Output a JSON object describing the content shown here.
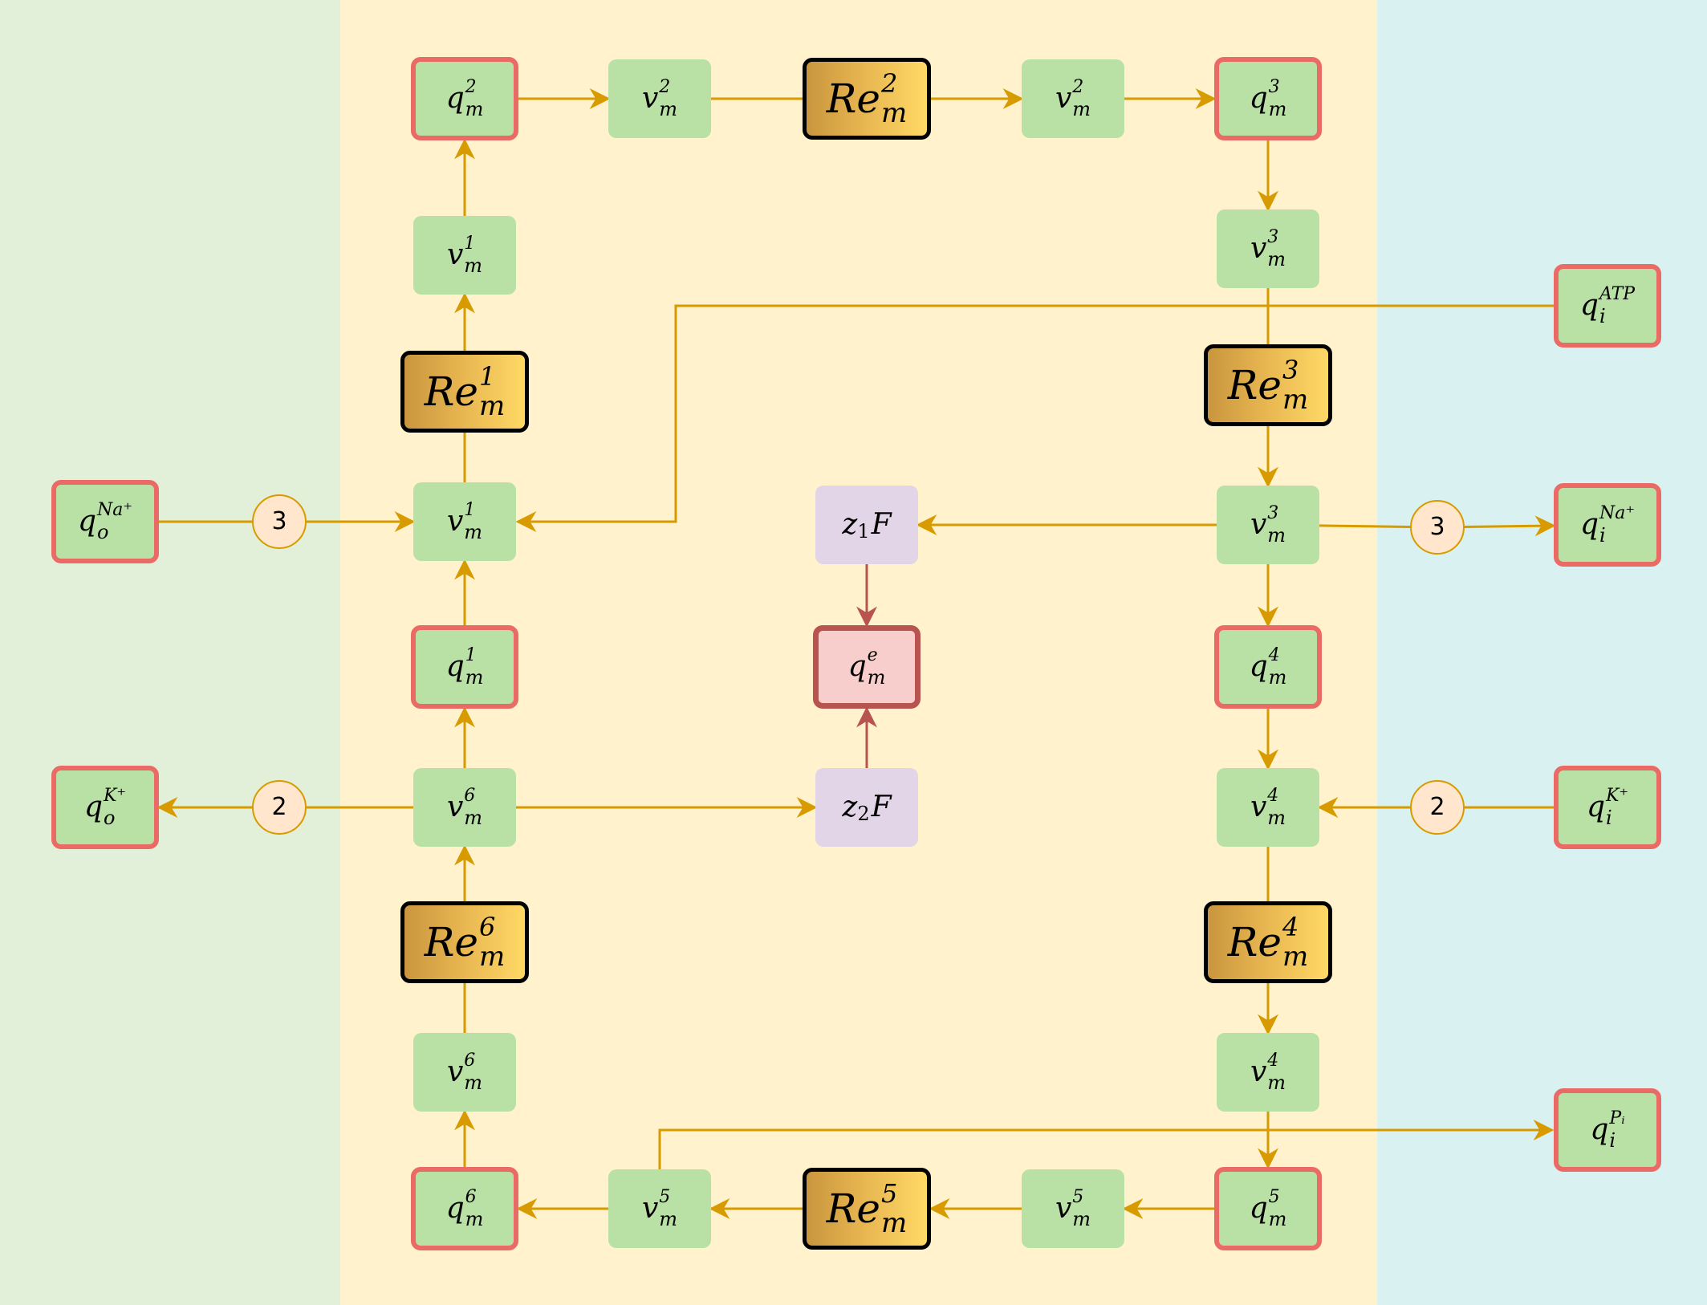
{
  "regions": [
    {
      "id": "outside",
      "color": "#e2f0d9"
    },
    {
      "id": "membrane",
      "color": "#fff2cc"
    },
    {
      "id": "inside",
      "color": "#daf1f1"
    }
  ],
  "colors": {
    "flow_arrow": "#d79b00",
    "charge_arrow": "#b85450",
    "storage_border": "#ea6b66",
    "flow_fill": "#b9e0a5",
    "resistor_gradient": [
      "#c9963e",
      "#ffd966"
    ],
    "charge_fill": "#e1d5e7",
    "charge_node_fill": "#f8cecc",
    "stoich_fill": "#ffe6cc"
  },
  "nodes": [
    {
      "id": "q2m",
      "kind": "q",
      "base": "q",
      "sup": "2",
      "sub": "m"
    },
    {
      "id": "v2m_a",
      "kind": "v",
      "base": "v",
      "sup": "2",
      "sub": "m"
    },
    {
      "id": "Re2m",
      "kind": "re",
      "base": "Re",
      "sup": "2",
      "sub": "m"
    },
    {
      "id": "v2m_b",
      "kind": "v",
      "base": "v",
      "sup": "2",
      "sub": "m"
    },
    {
      "id": "q3m",
      "kind": "q",
      "base": "q",
      "sup": "3",
      "sub": "m"
    },
    {
      "id": "v1m_a",
      "kind": "v",
      "base": "v",
      "sup": "1",
      "sub": "m"
    },
    {
      "id": "v3m_a",
      "kind": "v",
      "base": "v",
      "sup": "3",
      "sub": "m"
    },
    {
      "id": "qiATP",
      "kind": "q",
      "base": "q",
      "sup": "ATP",
      "sub": "i"
    },
    {
      "id": "Re1m",
      "kind": "re",
      "base": "Re",
      "sup": "1",
      "sub": "m"
    },
    {
      "id": "Re3m",
      "kind": "re",
      "base": "Re",
      "sup": "3",
      "sub": "m"
    },
    {
      "id": "qoNa",
      "kind": "q",
      "base": "q",
      "sup": "Na⁺",
      "sub": "o"
    },
    {
      "id": "c3_left",
      "kind": "c",
      "text": "3"
    },
    {
      "id": "v1m_b",
      "kind": "v",
      "base": "v",
      "sup": "1",
      "sub": "m"
    },
    {
      "id": "z1F",
      "kind": "z",
      "base": "z",
      "sub2": "1",
      "tail": "F"
    },
    {
      "id": "v3m_b",
      "kind": "v",
      "base": "v",
      "sup": "3",
      "sub": "m"
    },
    {
      "id": "c3_right",
      "kind": "c",
      "text": "3"
    },
    {
      "id": "qiNa",
      "kind": "q",
      "base": "q",
      "sup": "Na⁺",
      "sub": "i"
    },
    {
      "id": "q1m",
      "kind": "q",
      "base": "q",
      "sup": "1",
      "sub": "m"
    },
    {
      "id": "qem",
      "kind": "qe",
      "base": "q",
      "sup": "e",
      "sub": "m"
    },
    {
      "id": "q4m",
      "kind": "q",
      "base": "q",
      "sup": "4",
      "sub": "m"
    },
    {
      "id": "qoK",
      "kind": "q",
      "base": "q",
      "sup": "K⁺",
      "sub": "o"
    },
    {
      "id": "c2_left",
      "kind": "c",
      "text": "2"
    },
    {
      "id": "v6m_a",
      "kind": "v",
      "base": "v",
      "sup": "6",
      "sub": "m"
    },
    {
      "id": "z2F",
      "kind": "z",
      "base": "z",
      "sub2": "2",
      "tail": "F"
    },
    {
      "id": "v4m_a",
      "kind": "v",
      "base": "v",
      "sup": "4",
      "sub": "m"
    },
    {
      "id": "c2_right",
      "kind": "c",
      "text": "2"
    },
    {
      "id": "qiK",
      "kind": "q",
      "base": "q",
      "sup": "K⁺",
      "sub": "i"
    },
    {
      "id": "Re6m",
      "kind": "re",
      "base": "Re",
      "sup": "6",
      "sub": "m"
    },
    {
      "id": "Re4m",
      "kind": "re",
      "base": "Re",
      "sup": "4",
      "sub": "m"
    },
    {
      "id": "v6m_b",
      "kind": "v",
      "base": "v",
      "sup": "6",
      "sub": "m"
    },
    {
      "id": "v4m_b",
      "kind": "v",
      "base": "v",
      "sup": "4",
      "sub": "m"
    },
    {
      "id": "qiPi",
      "kind": "q",
      "base": "q",
      "sup": "Pᵢ",
      "sub": "i"
    },
    {
      "id": "q6m",
      "kind": "q",
      "base": "q",
      "sup": "6",
      "sub": "m"
    },
    {
      "id": "v5m_a",
      "kind": "v",
      "base": "v",
      "sup": "5",
      "sub": "m"
    },
    {
      "id": "Re5m",
      "kind": "re",
      "base": "Re",
      "sup": "5",
      "sub": "m"
    },
    {
      "id": "v5m_b",
      "kind": "v",
      "base": "v",
      "sup": "5",
      "sub": "m"
    },
    {
      "id": "q5m",
      "kind": "q",
      "base": "q",
      "sup": "5",
      "sub": "m"
    }
  ],
  "edges": [
    {
      "from": "q2m",
      "to": "v2m_a",
      "arrow": true
    },
    {
      "from": "v2m_a",
      "to": "Re2m",
      "arrow": false
    },
    {
      "from": "Re2m",
      "to": "v2m_b",
      "arrow": true
    },
    {
      "from": "v2m_b",
      "to": "q3m",
      "arrow": true
    },
    {
      "from": "q3m",
      "to": "v3m_a",
      "arrow": true
    },
    {
      "from": "v3m_a",
      "to": "Re3m",
      "arrow": false
    },
    {
      "from": "Re3m",
      "to": "v3m_b",
      "arrow": true
    },
    {
      "from": "v3m_b",
      "to": "q4m",
      "arrow": true
    },
    {
      "from": "v3m_b",
      "to": "z1F",
      "arrow": true
    },
    {
      "from": "v3m_b",
      "to": "c3_right",
      "arrow": false
    },
    {
      "from": "c3_right",
      "to": "qiNa",
      "arrow": true
    },
    {
      "from": "q4m",
      "to": "v4m_a",
      "arrow": true
    },
    {
      "from": "qiK",
      "to": "c2_right",
      "arrow": false
    },
    {
      "from": "c2_right",
      "to": "v4m_a",
      "arrow": true
    },
    {
      "from": "v4m_a",
      "to": "Re4m",
      "arrow": false
    },
    {
      "from": "Re4m",
      "to": "v4m_b",
      "arrow": true
    },
    {
      "from": "v4m_b",
      "to": "q5m",
      "arrow": true
    },
    {
      "from": "q5m",
      "to": "v5m_b",
      "arrow": true
    },
    {
      "from": "v5m_b",
      "to": "Re5m",
      "arrow": true
    },
    {
      "from": "Re5m",
      "to": "v5m_a",
      "arrow": true
    },
    {
      "from": "v5m_a",
      "to": "q6m",
      "arrow": true
    },
    {
      "from": "v5m_a",
      "to": "qiPi",
      "arrow": true
    },
    {
      "from": "q6m",
      "to": "v6m_b",
      "arrow": true
    },
    {
      "from": "v6m_b",
      "to": "Re6m",
      "arrow": false
    },
    {
      "from": "Re6m",
      "to": "v6m_a",
      "arrow": true
    },
    {
      "from": "v6m_a",
      "to": "q1m",
      "arrow": true
    },
    {
      "from": "v6m_a",
      "to": "z2F",
      "arrow": true
    },
    {
      "from": "v6m_a",
      "to": "c2_left",
      "arrow": false
    },
    {
      "from": "c2_left",
      "to": "qoK",
      "arrow": true
    },
    {
      "from": "q1m",
      "to": "v1m_b",
      "arrow": true
    },
    {
      "from": "qoNa",
      "to": "c3_left",
      "arrow": false
    },
    {
      "from": "c3_left",
      "to": "v1m_b",
      "arrow": true
    },
    {
      "from": "qiATP",
      "to": "v1m_b",
      "arrow": true
    },
    {
      "from": "v1m_b",
      "to": "Re1m",
      "arrow": false
    },
    {
      "from": "Re1m",
      "to": "v1m_a",
      "arrow": true
    },
    {
      "from": "v1m_a",
      "to": "q2m",
      "arrow": true
    },
    {
      "from": "z1F",
      "to": "qem",
      "arrow": true,
      "charge": true
    },
    {
      "from": "z2F",
      "to": "qem",
      "arrow": true,
      "charge": true
    }
  ]
}
